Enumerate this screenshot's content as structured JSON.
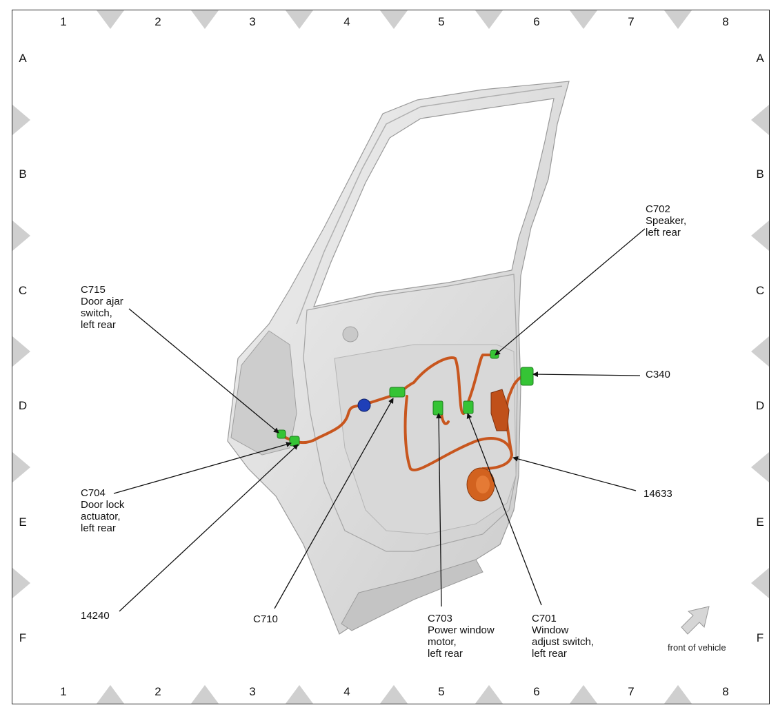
{
  "grid": {
    "columns": [
      "1",
      "2",
      "3",
      "4",
      "5",
      "6",
      "7",
      "8"
    ],
    "rows": [
      "A",
      "B",
      "C",
      "D",
      "E",
      "F"
    ]
  },
  "callouts": {
    "c715": [
      "C715",
      "Door ajar",
      "switch,",
      "left rear"
    ],
    "c704": [
      "C704",
      "Door lock",
      "actuator,",
      "left rear"
    ],
    "n14240": [
      "14240"
    ],
    "c710": [
      "C710"
    ],
    "c703": [
      "C703",
      "Power window",
      "motor,",
      "left rear"
    ],
    "c701": [
      "C701",
      "Window",
      "adjust switch,",
      "left rear"
    ],
    "n14633": [
      "14633"
    ],
    "c340": [
      "C340"
    ],
    "c702": [
      "C702",
      "Speaker,",
      "left rear"
    ]
  },
  "orientation": {
    "label": "front of vehicle",
    "icon": "arrow-up-right-icon"
  },
  "colors": {
    "harness": "#c8561e",
    "connector": "#35c435",
    "blue_connector": "#1f3fb8",
    "door": "#dcdcdc",
    "diamond": "#cfcfcf"
  }
}
